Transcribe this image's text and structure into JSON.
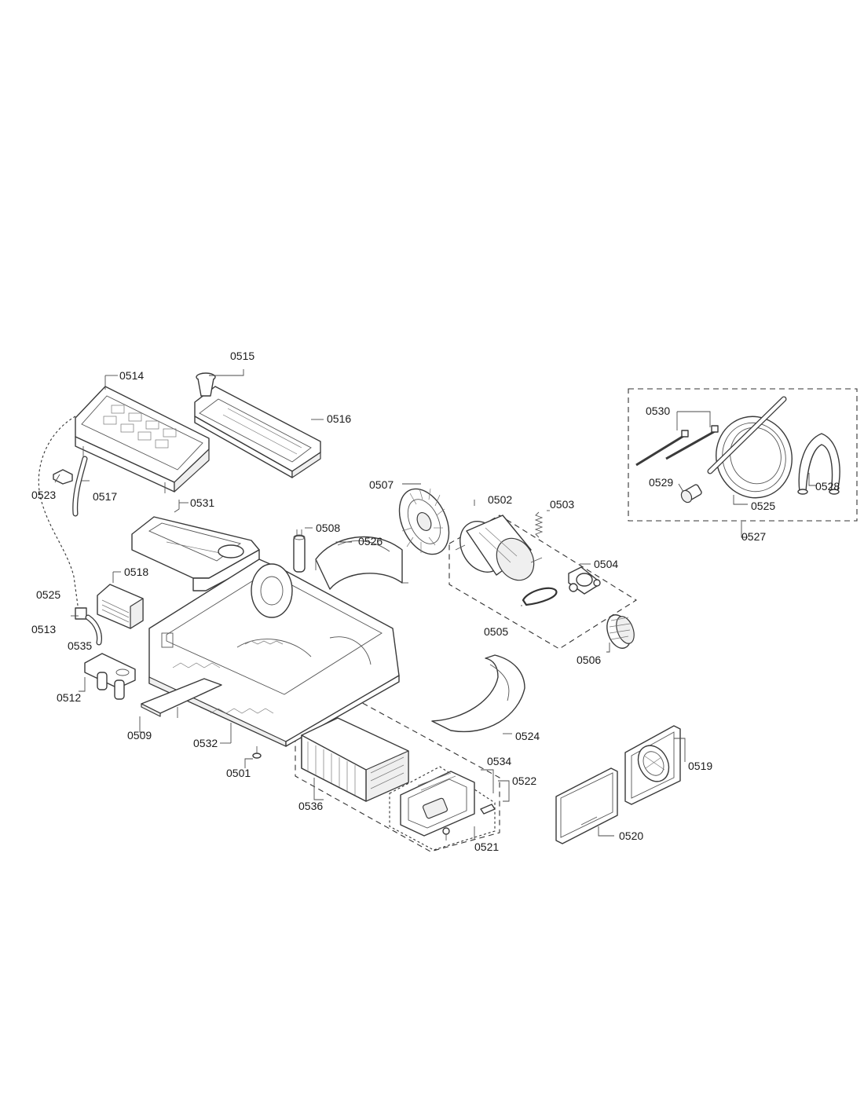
{
  "labels": {
    "p0501": "0501",
    "p0502": "0502",
    "p0503": "0503",
    "p0504": "0504",
    "p0505": "0505",
    "p0506": "0506",
    "p0507": "0507",
    "p0508": "0508",
    "p0509": "0509",
    "p0512": "0512",
    "p0513": "0513",
    "p0514": "0514",
    "p0515": "0515",
    "p0516": "0516",
    "p0517": "0517",
    "p0518": "0518",
    "p0519": "0519",
    "p0520": "0520",
    "p0521": "0521",
    "p0522": "0522",
    "p0523": "0523",
    "p0524": "0524",
    "p0525a": "0525",
    "p0525b": "0525",
    "p0526": "0526",
    "p0527": "0527",
    "p0528": "0528",
    "p0529": "0529",
    "p0530": "0530",
    "p0531": "0531",
    "p0532": "0532",
    "p0534": "0534",
    "p0535": "0535",
    "p0536": "0536"
  }
}
